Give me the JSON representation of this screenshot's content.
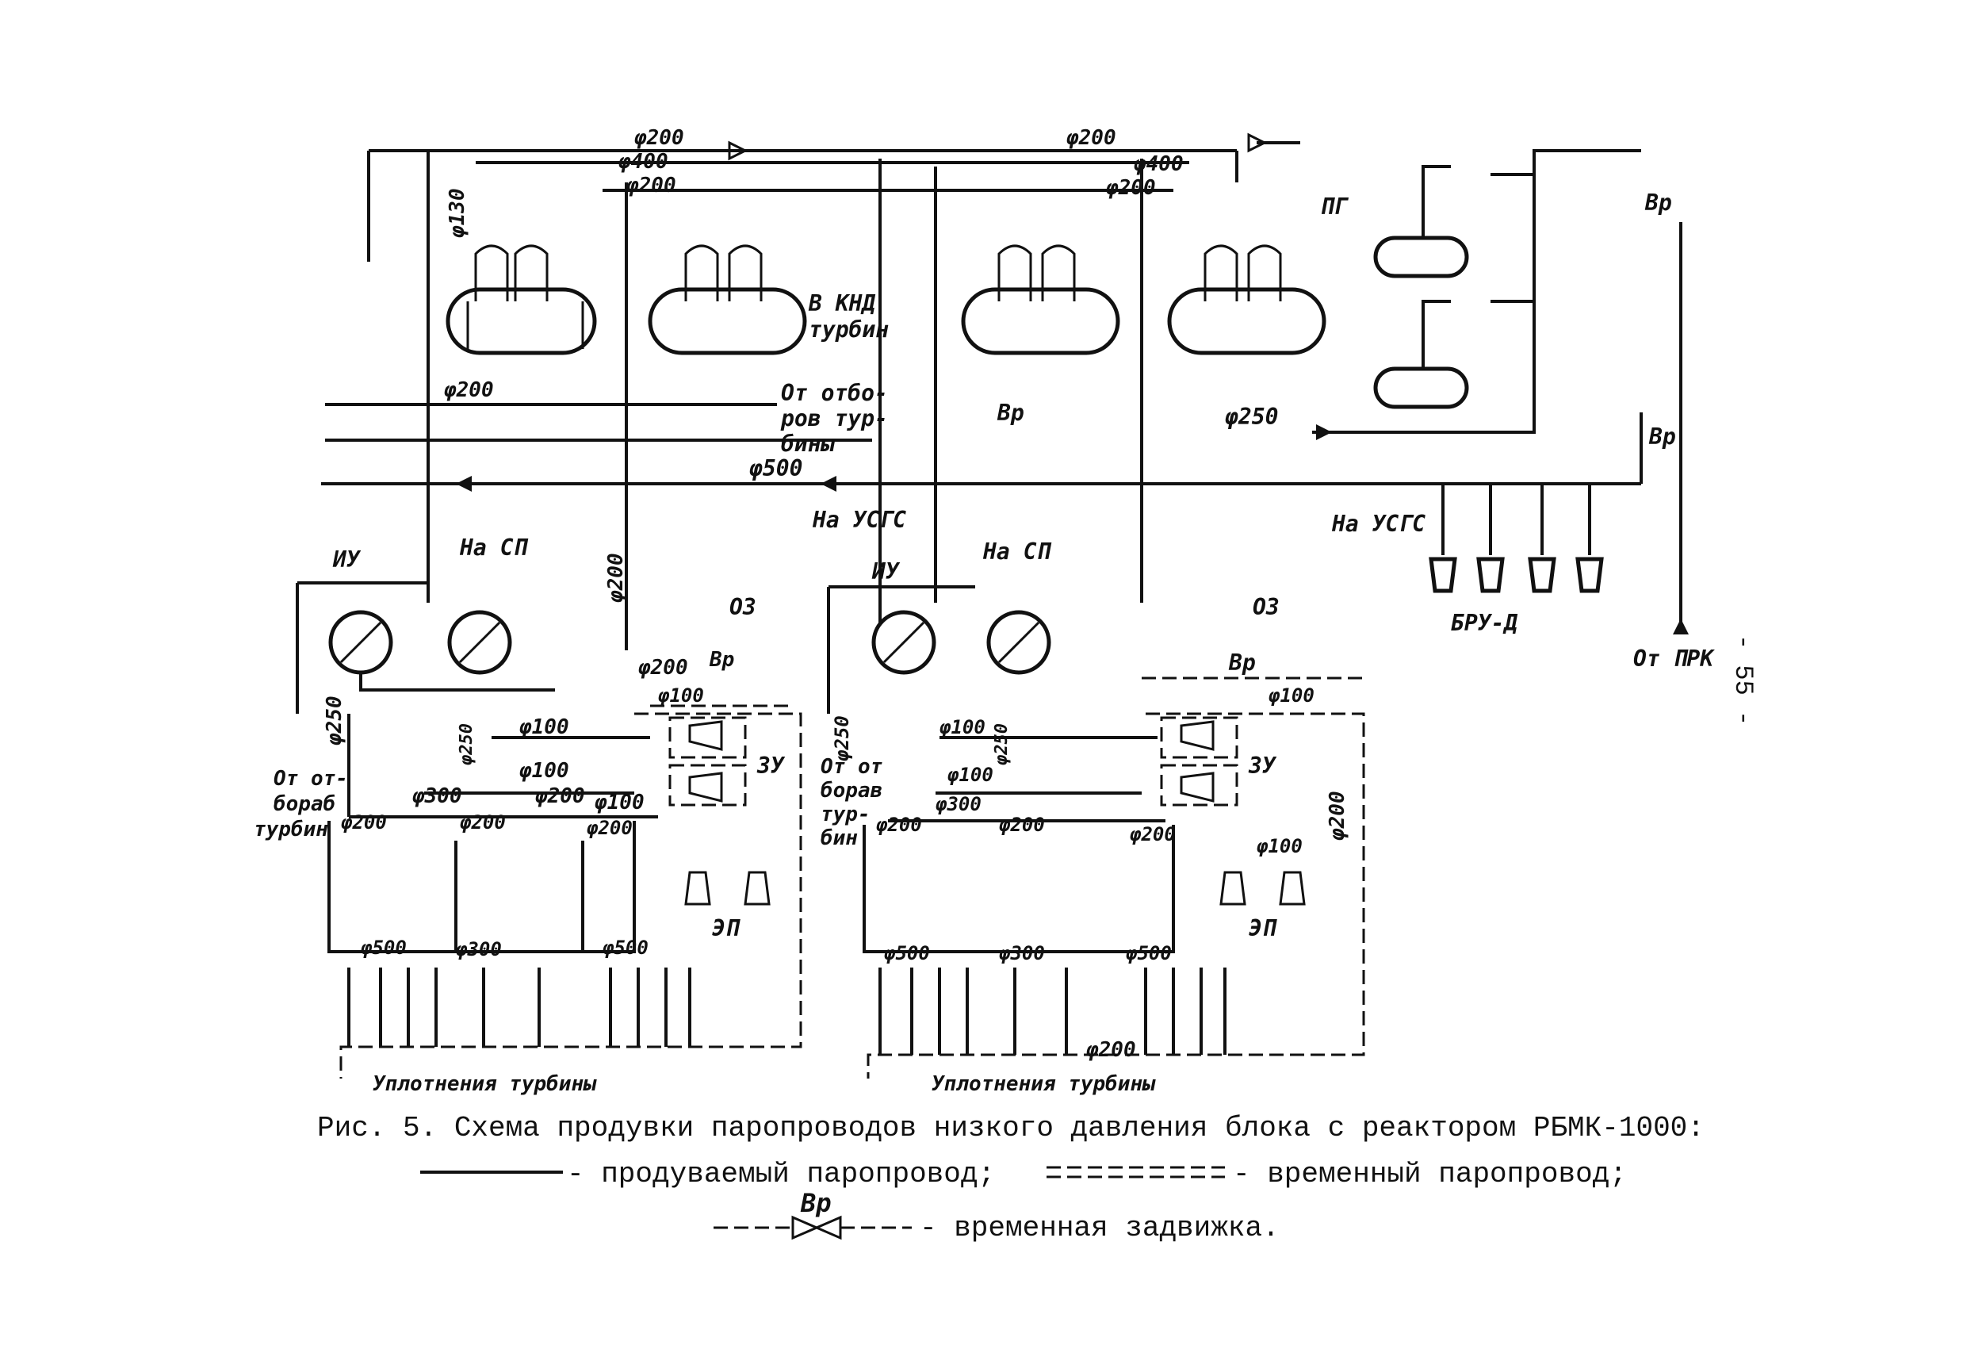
{
  "labels": {
    "d200_a": "φ200",
    "d400_a": "φ400",
    "d200_b": "φ200",
    "d130": "φ130",
    "d200_top2": "φ200",
    "d400_b": "φ400",
    "d200_c": "φ200",
    "pg": "ПГ",
    "vr_top": "Вр",
    "knd": "В КНД",
    "turbine1": "турбин",
    "ot_otbor1": "От отбо-",
    "ot_otbor2": "ров тур-",
    "ot_otbor3": "бины",
    "d200_left": "φ200",
    "d250_mid": "φ250",
    "vr_mid": "Вр",
    "vr_right": "Вр",
    "d500": "φ500",
    "na_sp_l": "На СП",
    "na_usgs_l": "На УСГС",
    "na_sp_r": "На СП",
    "na_usgs_r": "На УСГС",
    "iu_l": "ИУ",
    "iu_r": "ИУ",
    "d200_v": "φ200",
    "oz_l": "ОЗ",
    "oz_r": "ОЗ",
    "bru": "БРУ-Д",
    "ot_prk": "От ПРК",
    "d250_l": "φ250",
    "d200_bl": "φ200",
    "vr_bl": "Вр",
    "d100_bl": "φ100",
    "vr_br": "Вр",
    "d100_br": "φ100",
    "d100_1": "φ100",
    "d250_small": "φ250",
    "d100_2": "φ100",
    "d300_l": "φ300",
    "d200_l2": "φ200",
    "d100_3": "φ100",
    "zu_l": "ЗУ",
    "zu_r": "ЗУ",
    "ot_ot_l1": "От от-",
    "ot_ot_l2": "бораб",
    "ot_ot_l3": "турбин",
    "d200_p1": "φ200",
    "d200_p2": "φ200",
    "d200_p3": "φ200",
    "zp_l": "ЭП",
    "zp_r": "ЭП",
    "d500_b1": "φ500",
    "d300_b1": "φ300",
    "d500_b2": "φ500",
    "d250_r": "φ250",
    "ot_r1": "От от",
    "ot_r2": "борав",
    "ot_r3": "тур-",
    "ot_r4": "бин",
    "d100_r1": "φ100",
    "d100_r2": "φ100",
    "d250_r2": "φ250",
    "d300_r": "φ300",
    "d200_r_p1": "φ200",
    "d200_r_p2": "φ200",
    "d200_r_p3": "φ200",
    "d100_r3": "φ100",
    "d200_rv": "φ200",
    "d500_rb1": "φ500",
    "d300_rb": "φ300",
    "d500_rb2": "φ500",
    "d200_rb": "φ200",
    "seal_l": "Уплотнения турбины",
    "seal_r": "Уплотнения турбины",
    "page_num": "- 55 -"
  },
  "caption": {
    "title": "Рис. 5. Схема продувки паропроводов низкого давления блока с реактором РБМК-1000:",
    "legend1": "- продуваемый паропровод;",
    "legend2": "- временный паропровод;",
    "legend3_tag": "Вр",
    "legend3": "- временная задвижка."
  }
}
